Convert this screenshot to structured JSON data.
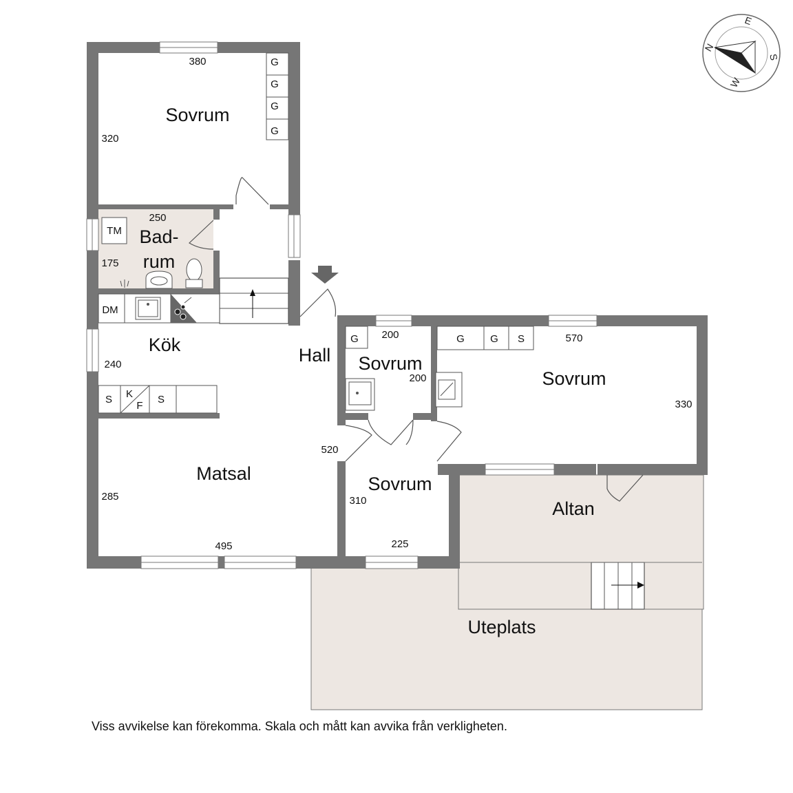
{
  "rooms": {
    "sovrum_top": "Sovrum",
    "badrum_line1": "Bad-",
    "badrum_line2": "rum",
    "kok": "Kök",
    "hall": "Hall",
    "matsal": "Matsal",
    "sovrum_small": "Sovrum",
    "sovrum_right": "Sovrum",
    "sovrum_bottom": "Sovrum",
    "altan": "Altan",
    "uteplats": "Uteplats"
  },
  "dimensions": {
    "sovrum_top_w": "380",
    "sovrum_top_h": "320",
    "badrum_w": "250",
    "badrum_h": "175",
    "kok_h": "240",
    "hall_w": "520",
    "matsal_h": "285",
    "matsal_w": "495",
    "sovrum_small_w": "200",
    "sovrum_small_h": "200",
    "sovrum_right_w": "570",
    "sovrum_right_h": "330",
    "sovrum_bottom_h": "310",
    "sovrum_bottom_w": "225"
  },
  "fixtures": {
    "g": "G",
    "tm": "TM",
    "dm": "DM",
    "s": "S",
    "k": "K",
    "f": "F"
  },
  "compass": {
    "n": "N",
    "e": "E",
    "s": "S",
    "w": "W"
  },
  "disclaimer": "Viss avvikelse kan förekomma. Skala och mått kan avvika från verkligheten.",
  "colors": {
    "wall": "#767676",
    "floor_tint": "#ede7e2",
    "background": "#ffffff"
  }
}
